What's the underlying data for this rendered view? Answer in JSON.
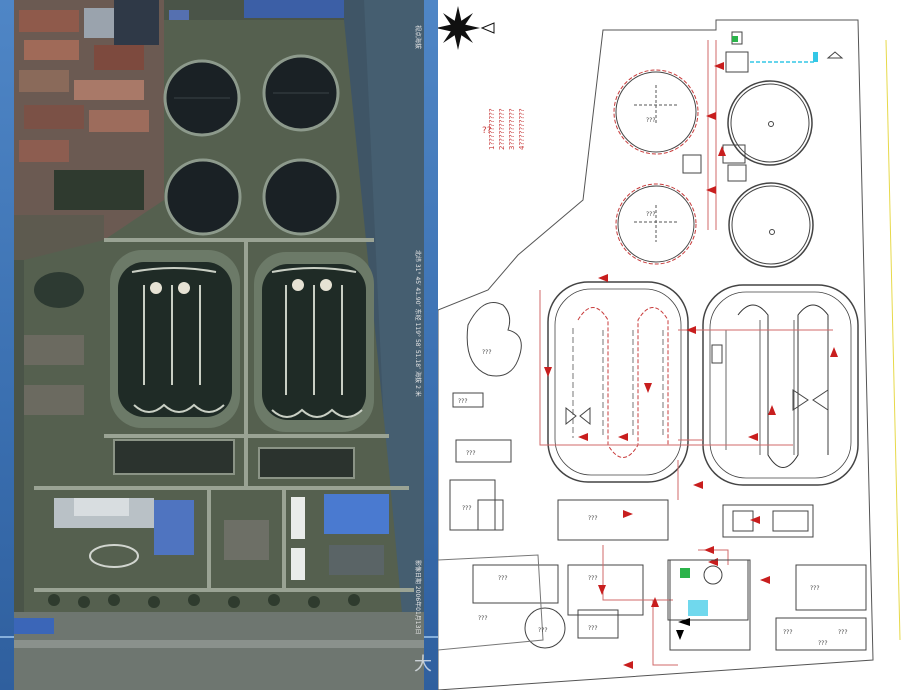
{
  "slide": {
    "footer_glyph": "大"
  },
  "satellite_photo": {
    "caption_right": "北纬 31° 45′ 41.90″  东经 119° 58′ 51.18″  海拔 2 米",
    "caption_top": "视点海拔",
    "date_caption": "影像日期 2006年01月13日"
  },
  "site_plan": {
    "legend_title": "??",
    "legend_lines": [
      "1??????????",
      "2??????????",
      "3??????????",
      "4??????????"
    ],
    "building_labels": [
      "???",
      "???",
      "???",
      "???",
      "???",
      "???",
      "???",
      "???",
      "???",
      "???",
      "???",
      "???",
      "???",
      "???",
      "???",
      "???"
    ],
    "colors": {
      "flow_arrow": "#c81e1e",
      "pipe_outline": "#d06a6a",
      "outline": "#444444",
      "water_line": "#33c7e6",
      "green_marker": "#2bb34a"
    }
  }
}
